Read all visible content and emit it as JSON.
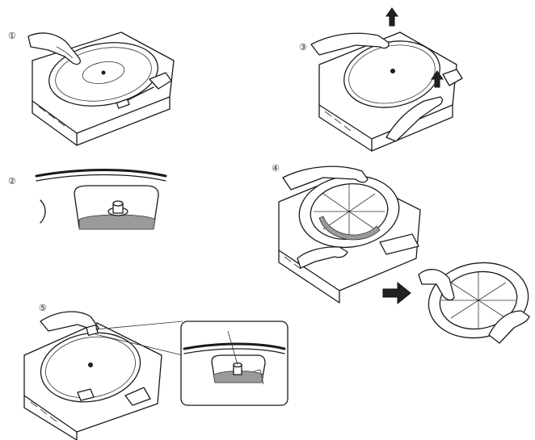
{
  "steps": [
    {
      "id": "step-1",
      "label": "①"
    },
    {
      "id": "step-2",
      "label": "②"
    },
    {
      "id": "step-3",
      "label": "③"
    },
    {
      "id": "step-4",
      "label": "④"
    },
    {
      "id": "step-5",
      "label": "⑤"
    }
  ],
  "icons": {
    "up_arrow": "arrow-up-icon",
    "right_arrow": "arrow-right-icon"
  },
  "colors": {
    "line": "#1a1a1a",
    "belt": "#9a9a9a",
    "background": "#ffffff"
  }
}
